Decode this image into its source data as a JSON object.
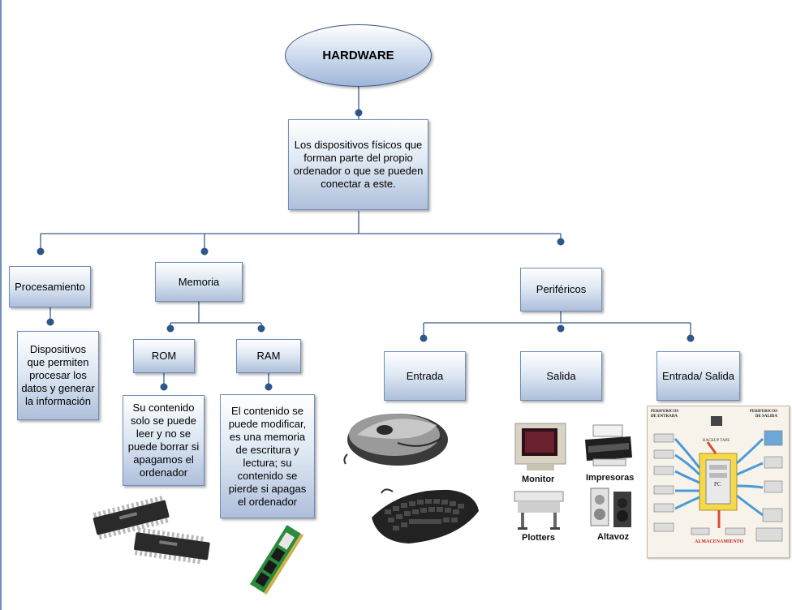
{
  "root": {
    "title": "HARDWARE"
  },
  "definition": {
    "text": "Los dispositivos físicos que forman parte del propio ordenador o que se pueden conectar a este."
  },
  "branches": {
    "procesamiento": {
      "label": "Procesamiento",
      "description": "Dispositivos que permiten procesar los datos y generar la información"
    },
    "memoria": {
      "label": "Memoria",
      "rom": {
        "label": "ROM",
        "description": "Su contenido solo se puede leer y no se puede borrar si apagamos el ordenador"
      },
      "ram": {
        "label": "RAM",
        "description": "El contenido se puede modificar, es una memoria de escritura y lectura; su contenido se pierde si apagas el ordenador"
      }
    },
    "perifericos": {
      "label": "Periféricos",
      "entrada": {
        "label": "Entrada"
      },
      "salida": {
        "label": "Salida"
      },
      "entrada_salida": {
        "label": "Entrada/ Salida"
      }
    }
  },
  "images": {
    "salida_captions": [
      "Monitor",
      "Impresoras",
      "Plotters",
      "Altavoz"
    ],
    "perifericos_poster": {
      "entrada": "PERIFERICOS DE ENTRADA",
      "salida": "PERIFERICOS DE SALIDA",
      "almacenamiento": "ALMACENAMIENTO",
      "backup": "BACKUP TAPE",
      "pc": "PC"
    }
  },
  "colors": {
    "connector": "#3a5e8c",
    "node_border": "#6f8db8",
    "dot": "#2f5688"
  }
}
